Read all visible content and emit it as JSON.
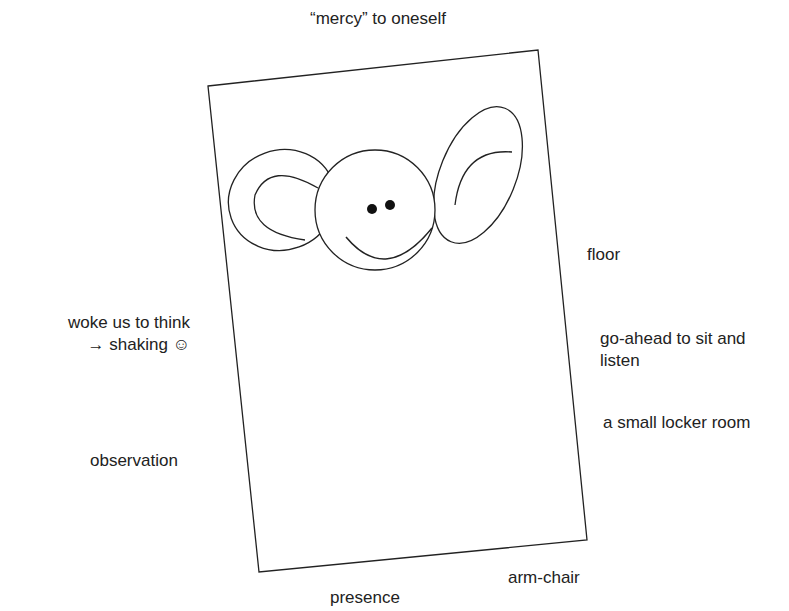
{
  "diagram": {
    "labels": [
      "“mercy” to oneself",
      "floor",
      "woke us to think → shaking ☺",
      "go-ahead to sit and listen",
      "a small locker room",
      "observation",
      "arm-chair",
      "presence"
    ]
  }
}
